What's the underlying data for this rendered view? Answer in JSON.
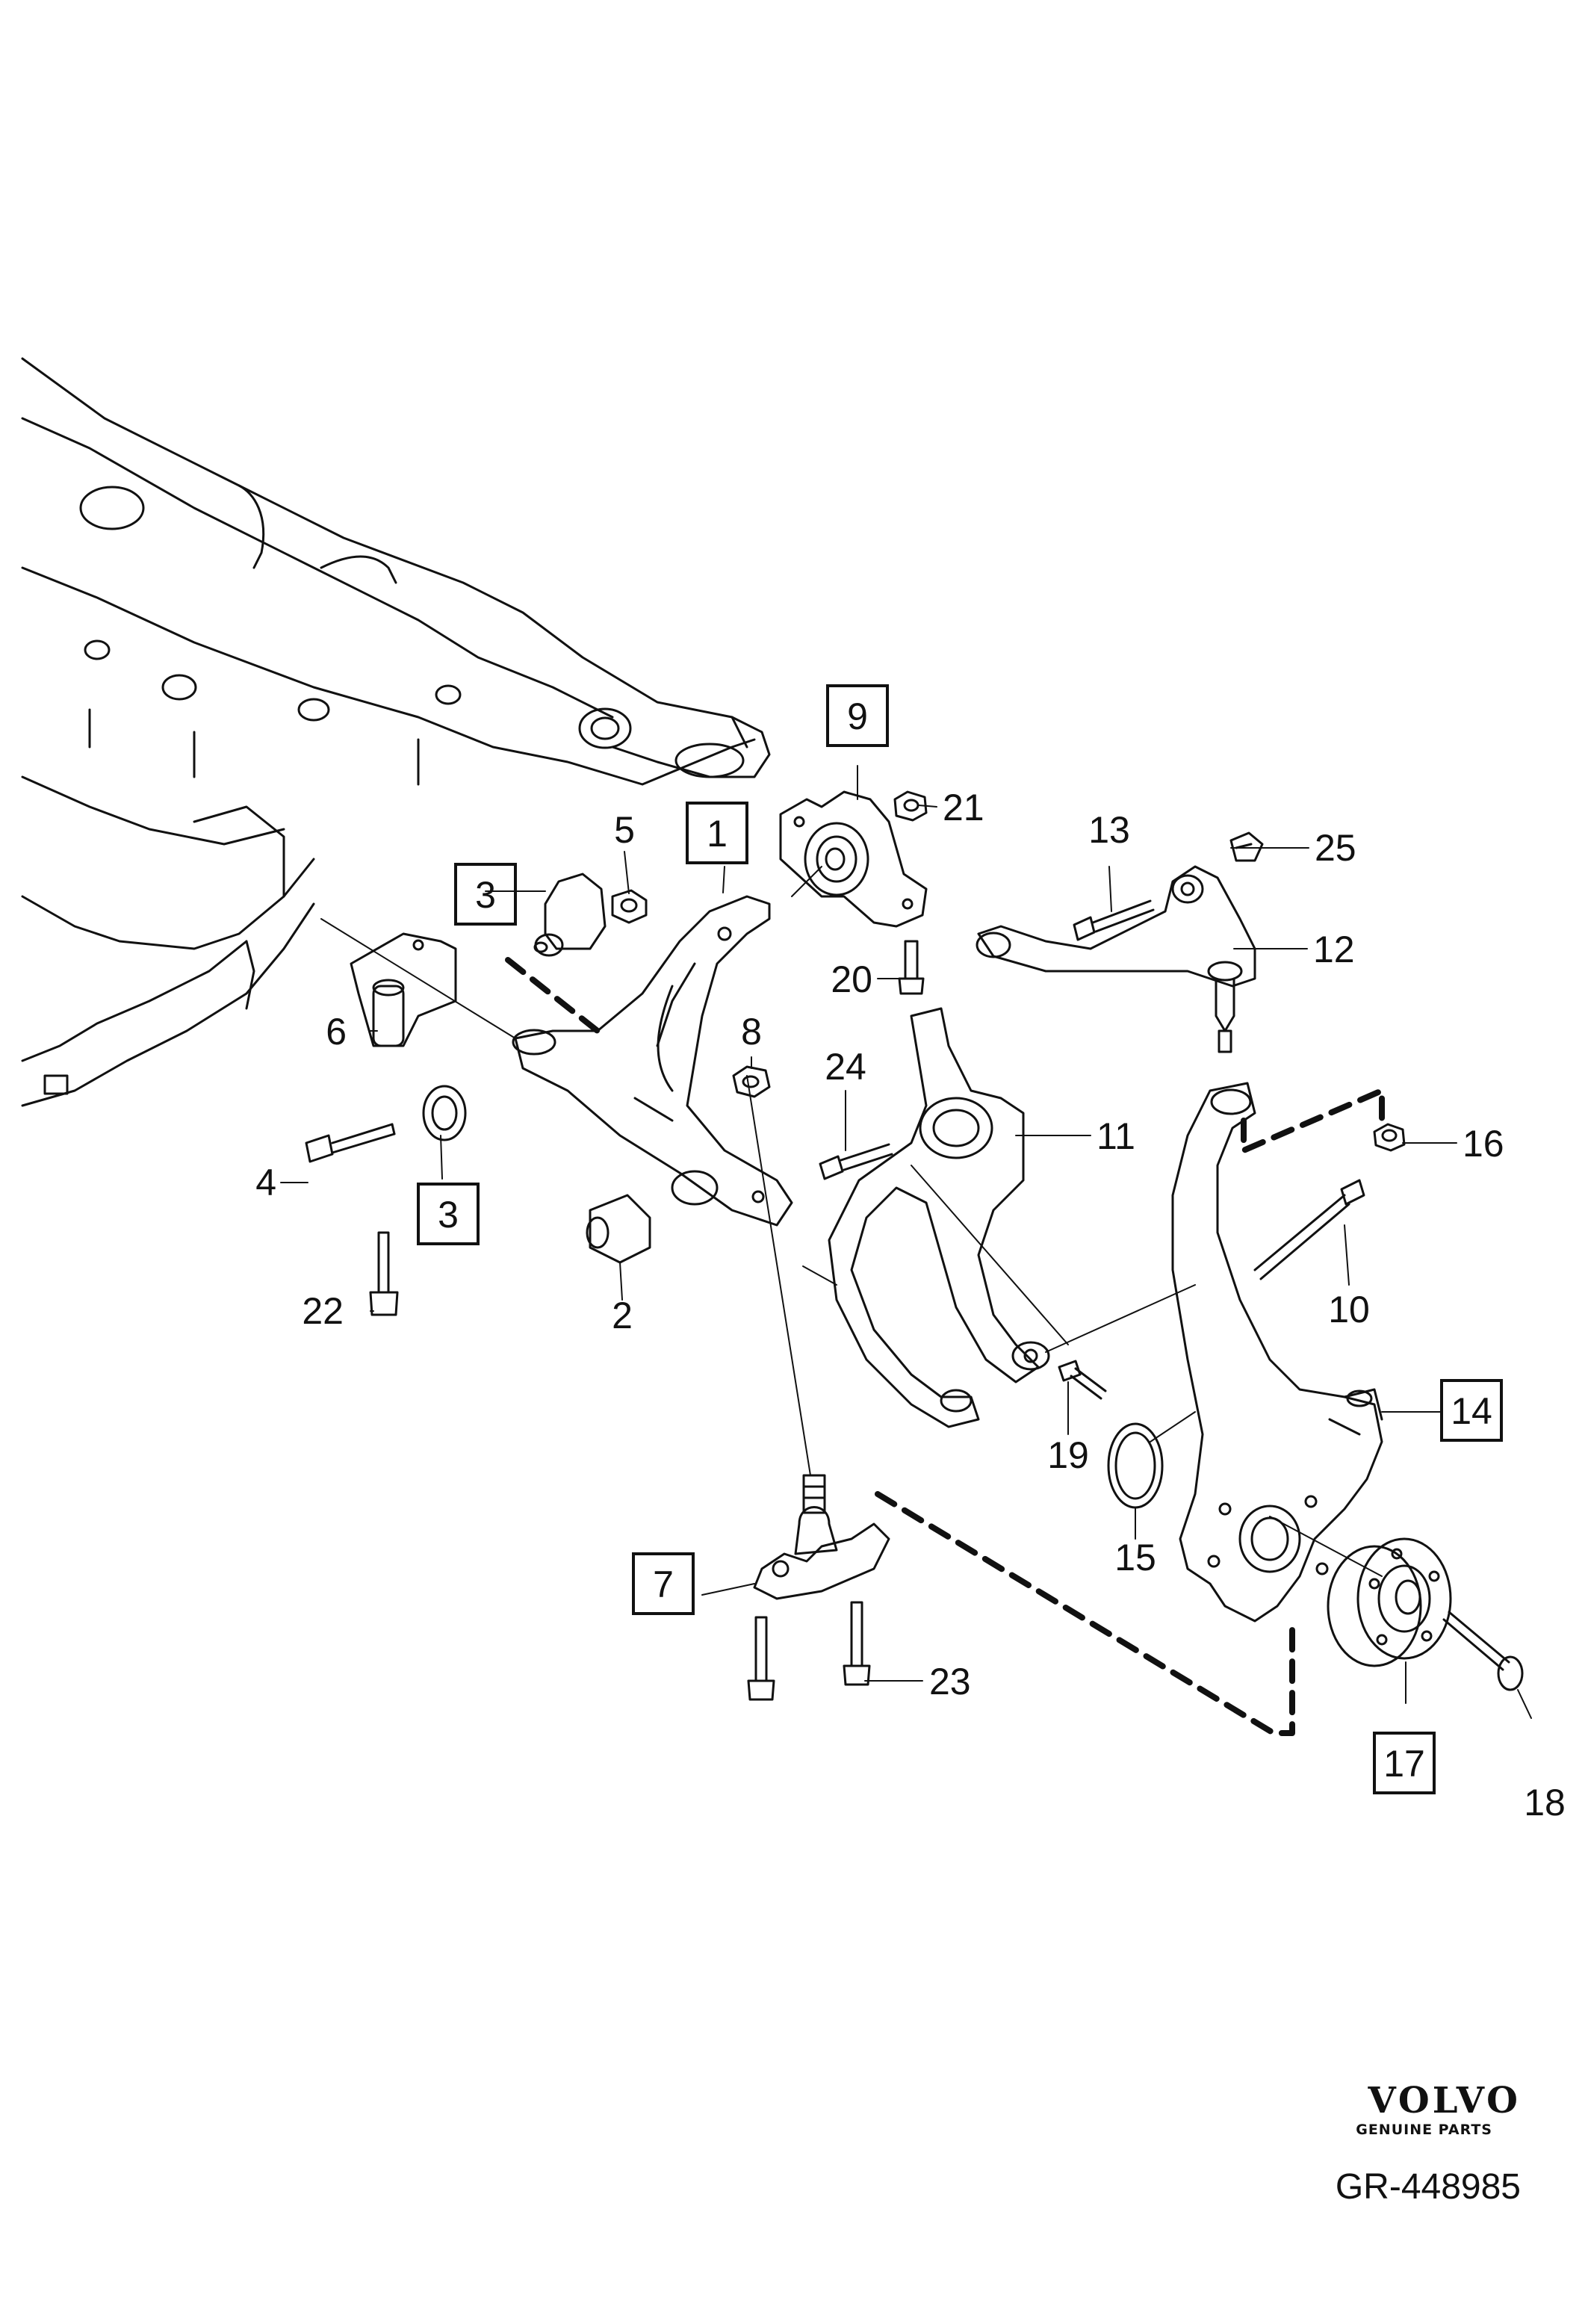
{
  "labels": {
    "n1": "1",
    "n2": "2",
    "n3a": "3",
    "n3b": "3",
    "n4": "4",
    "n5": "5",
    "n6": "6",
    "n7": "7",
    "n8": "8",
    "n9": "9",
    "n10": "10",
    "n11": "11",
    "n12": "12",
    "n13": "13",
    "n14": "14",
    "n15": "15",
    "n16": "16",
    "n17": "17",
    "n18": "18",
    "n19": "19",
    "n20": "20",
    "n21": "21",
    "n22": "22",
    "n23": "23",
    "n24": "24",
    "n25": "25"
  },
  "brand": {
    "logo": "VOLVO",
    "tagline": "GENUINE PARTS"
  },
  "reference": "GR-448985",
  "colors": {
    "ink": "#111111",
    "background": "#ffffff"
  }
}
